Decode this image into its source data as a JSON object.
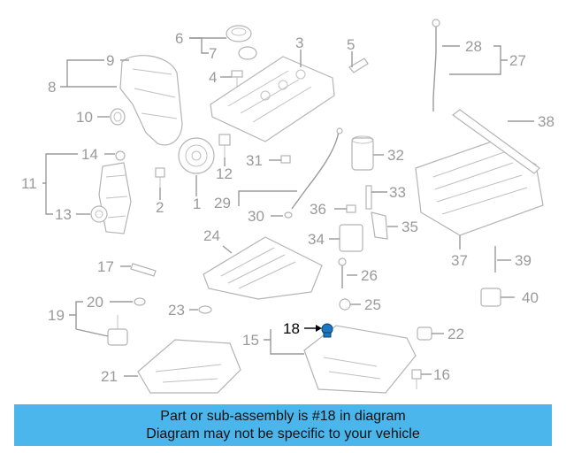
{
  "callouts": {
    "c1": "1",
    "c2": "2",
    "c3": "3",
    "c4": "4",
    "c5": "5",
    "c6": "6",
    "c7": "7",
    "c8": "8",
    "c9": "9",
    "c10": "10",
    "c11": "11",
    "c12": "12",
    "c13": "13",
    "c14": "14",
    "c15": "15",
    "c16": "16",
    "c17": "17",
    "c18": "18",
    "c19": "19",
    "c20": "20",
    "c21": "21",
    "c22": "22",
    "c23": "23",
    "c24": "24",
    "c25": "25",
    "c26": "26",
    "c27": "27",
    "c28": "28",
    "c29": "29",
    "c30": "30",
    "c31": "31",
    "c32": "32",
    "c33": "33",
    "c34": "34",
    "c35": "35",
    "c36": "36",
    "c37": "37",
    "c38": "38",
    "c39": "39",
    "c40": "40"
  },
  "highlight": {
    "callout": "18",
    "color": "#1a78c2"
  },
  "banner": {
    "line1": "Part or sub-assembly is #18 in diagram",
    "line2": "Diagram may not be specific to your vehicle",
    "background": "#4ab6ec"
  }
}
